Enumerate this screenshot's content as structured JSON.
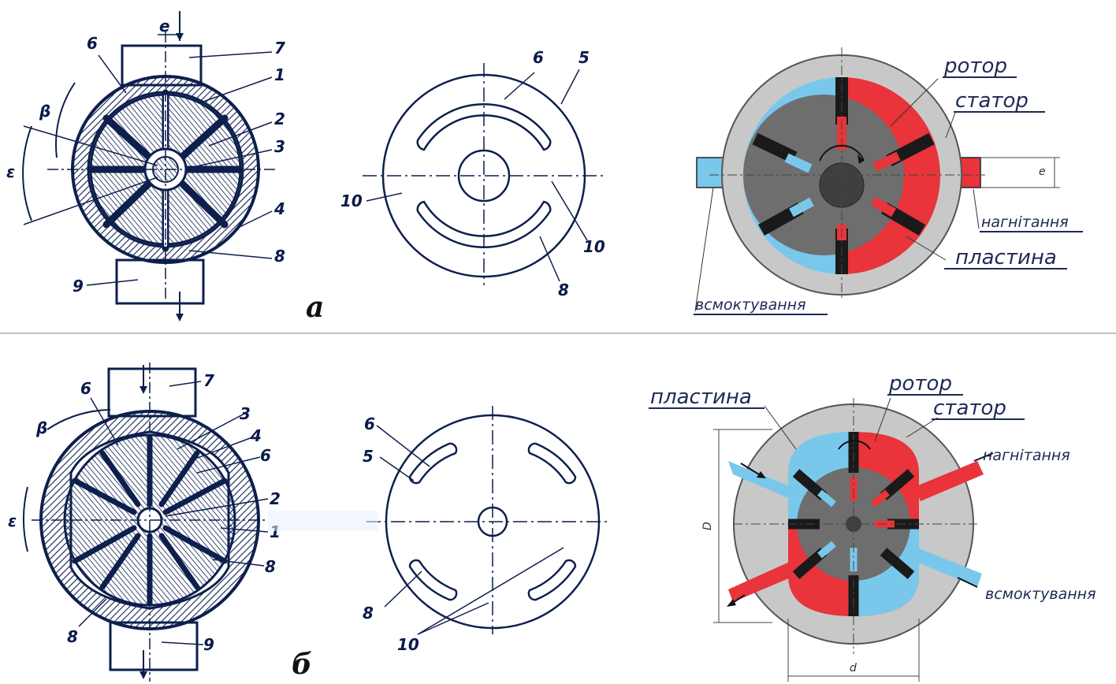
{
  "panel_a": {
    "caption": "а",
    "left_labels": {
      "n6": "6",
      "n7": "7",
      "n1": "1",
      "n2": "2",
      "n3": "3",
      "n4": "4",
      "n8": "8",
      "n9": "9",
      "eps": "ε",
      "beta": "β",
      "e": "e"
    },
    "disk_labels": {
      "n6": "6",
      "n5": "5",
      "n10a": "10",
      "n10b": "10",
      "n8": "8"
    },
    "color_labels": {
      "rotor": "ротор",
      "stator": "статор",
      "discharge": "нагнітання",
      "vane": "пластина",
      "suction": "всмоктування",
      "e": "e"
    }
  },
  "panel_b": {
    "caption": "б",
    "left_labels": {
      "n7": "7",
      "n6a": "6",
      "n3": "3",
      "n4": "4",
      "n6b": "6",
      "n2": "2",
      "n1": "1",
      "n8a": "8",
      "n8b": "8",
      "n9": "9",
      "eps": "ε",
      "beta": "β"
    },
    "disk_labels": {
      "n6": "6",
      "n5": "5",
      "n8": "8",
      "n10": "10"
    },
    "color_labels": {
      "vane": "пластина",
      "rotor": "ротор",
      "stator": "статор",
      "discharge": "нагнітання",
      "suction": "всмоктування",
      "D": "D",
      "d": "d"
    }
  },
  "colors": {
    "red": "#e8343a",
    "blue": "#79c8ec",
    "gray_light": "#c8c8c8",
    "gray_dark": "#6e6e6e",
    "ink": "#0d1f4d"
  }
}
